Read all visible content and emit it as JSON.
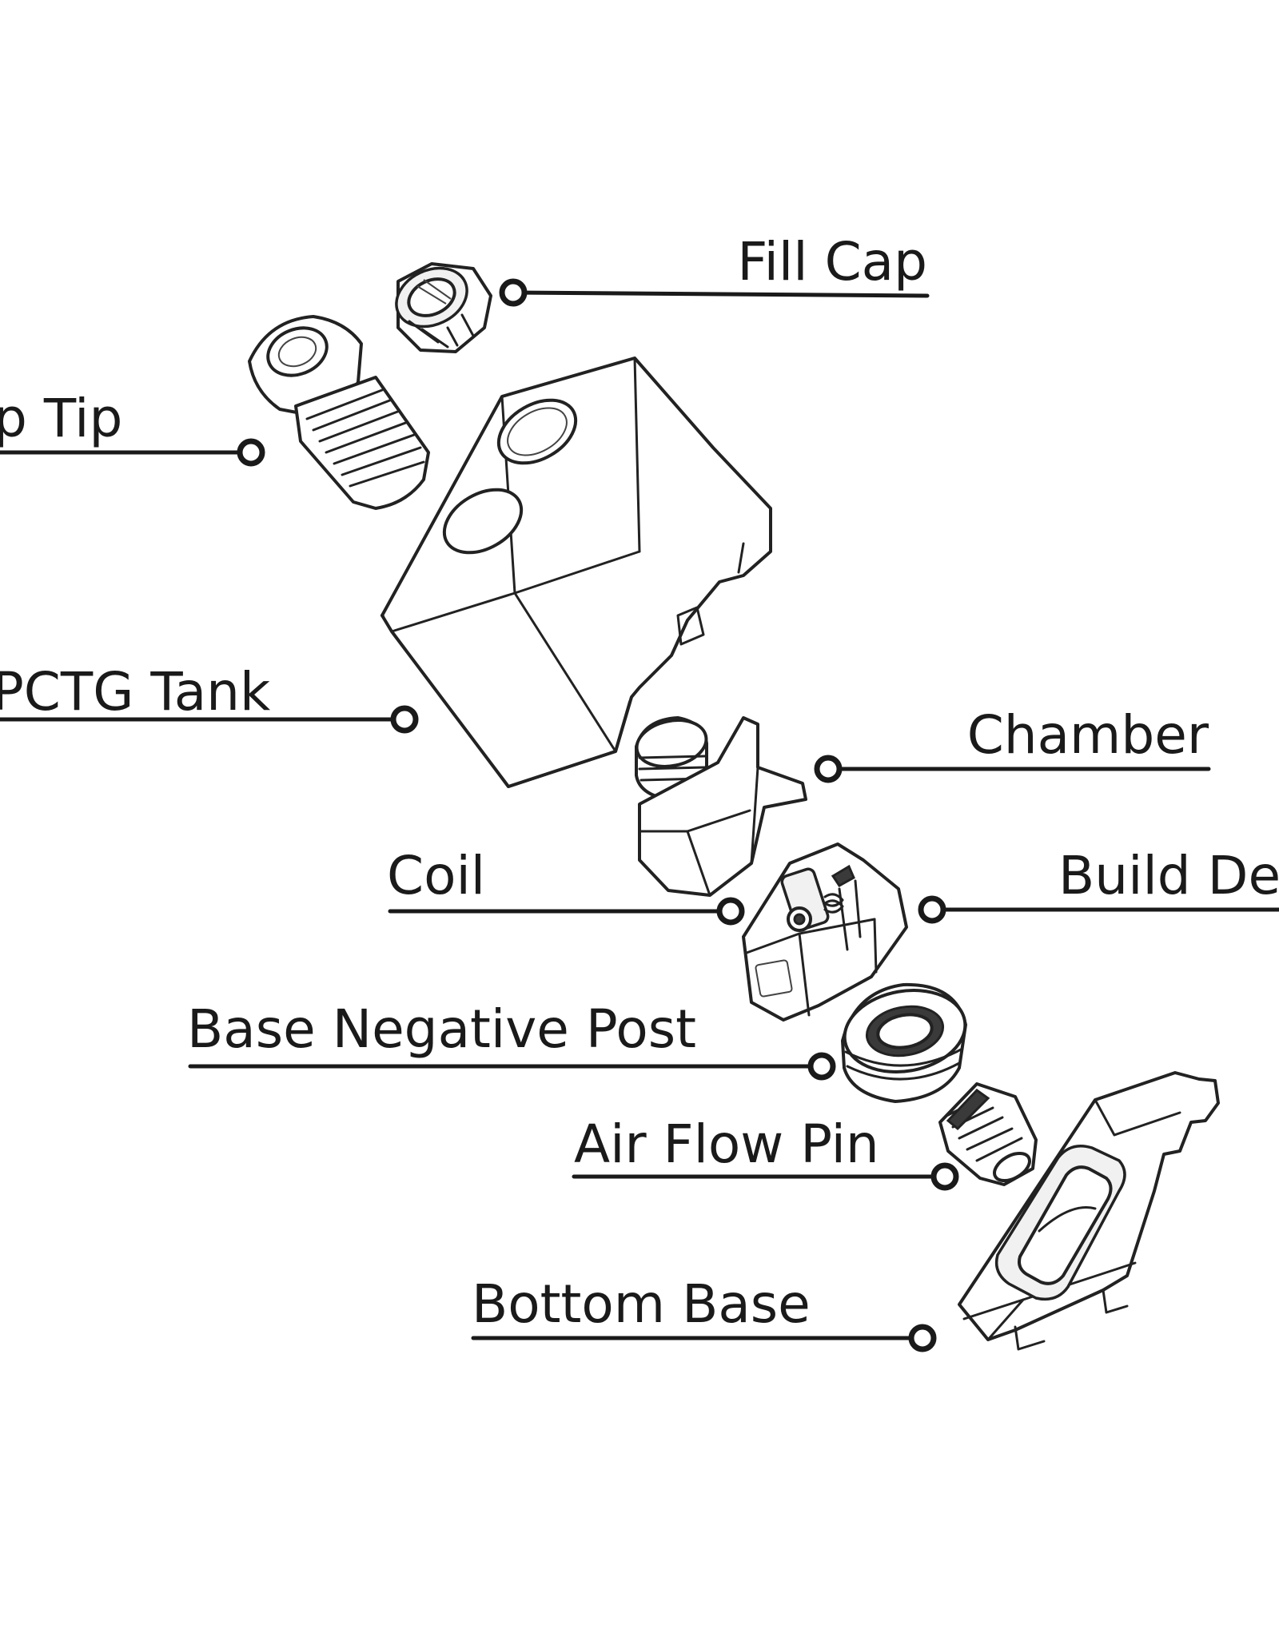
{
  "labels": {
    "fill_cap": "Fill Cap",
    "drip_tip": "p Tip",
    "pctg_tank": "PCTG Tank",
    "chamber": "Chamber",
    "coil": "Coil",
    "build_deck": "Build De",
    "base_negative_post": "Base Negative Post",
    "air_flow_pin": "Air Flow Pin",
    "bottom_base": "Bottom Base"
  },
  "colors": {
    "ink": "#1a1a1a",
    "background": "#ffffff",
    "part_fill": "#ffffff",
    "shade": "#f1f1f1"
  }
}
